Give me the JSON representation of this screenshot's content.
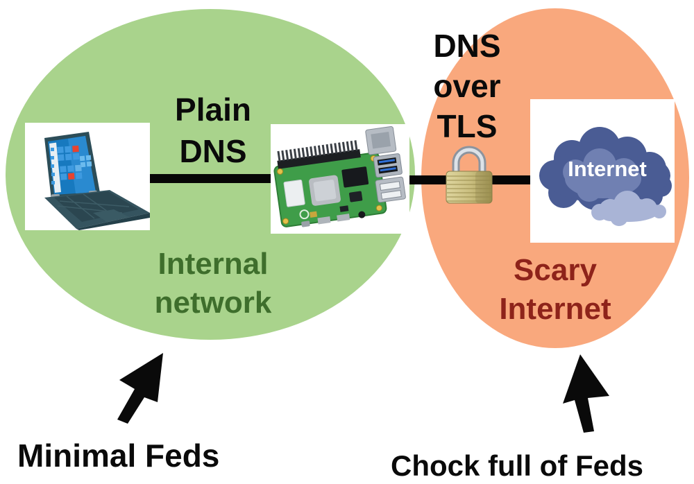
{
  "zones": {
    "internal_network": {
      "label": "Internal network",
      "fill": "#a9d38c",
      "label_color": "#3e6e2c"
    },
    "scary_internet": {
      "label": "Scary Internet",
      "fill": "#f9a87d",
      "label_color": "#8e231a"
    }
  },
  "links": {
    "plain_dns": {
      "label": "Plain DNS",
      "color": "#060606"
    },
    "dns_over_tls": {
      "label": "DNS over TLS",
      "color": "#060606",
      "icon": "padlock-icon"
    }
  },
  "cloud": {
    "label": "Internet"
  },
  "callouts": {
    "left": {
      "label": "Minimal Feds"
    },
    "right": {
      "label": "Chock full of Feds"
    }
  },
  "icons": {
    "laptop": "windows-laptop-icon",
    "gateway": "raspberry-pi-icon",
    "internet": "internet-cloud-icon",
    "security": "padlock-icon",
    "pointers": "arrow-icon"
  }
}
